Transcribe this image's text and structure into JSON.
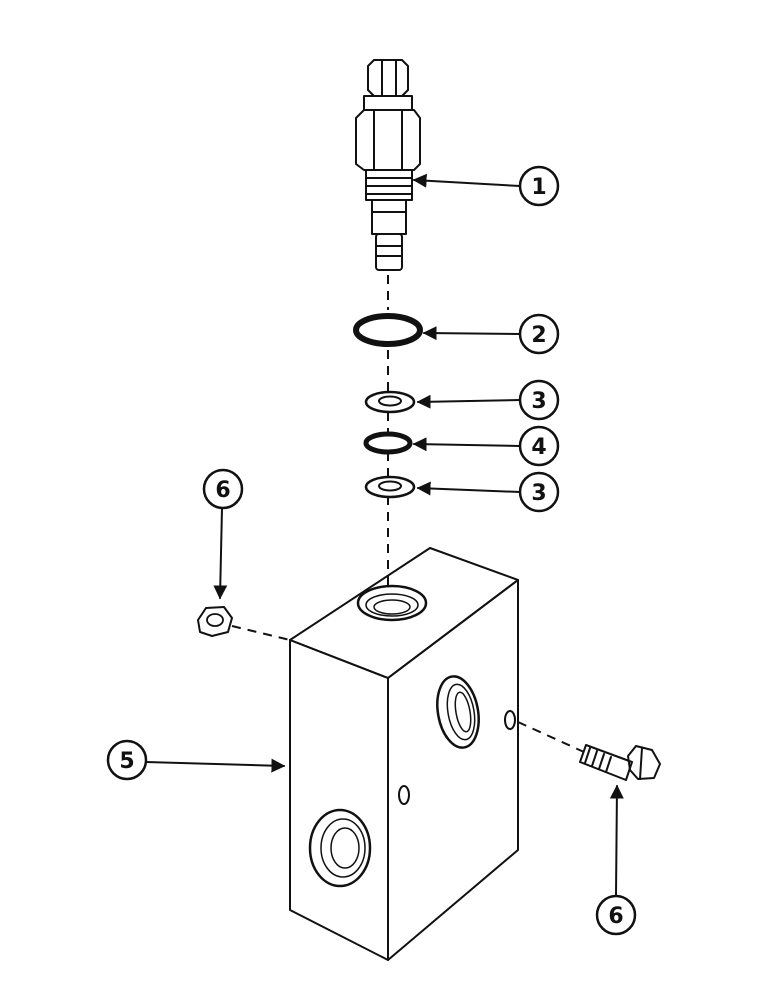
{
  "callouts": {
    "c1": "1",
    "c2": "2",
    "c3a": "3",
    "c4": "4",
    "c3b": "3",
    "c5": "5",
    "c6a": "6",
    "c6b": "6"
  }
}
